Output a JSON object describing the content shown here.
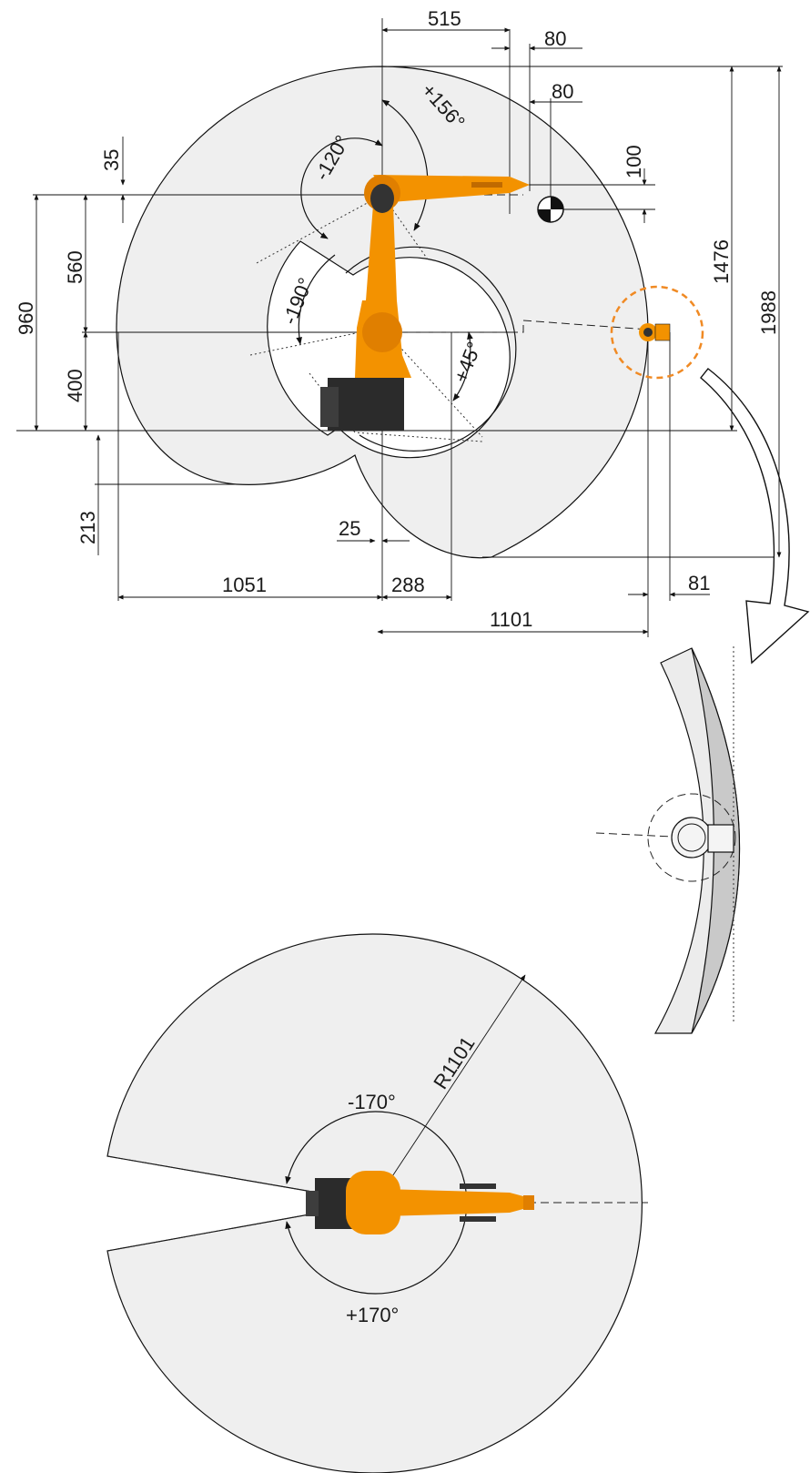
{
  "side_view": {
    "dimensions": {
      "arm_length": "515",
      "flange_offset_top": "80",
      "flange_offset_2": "80",
      "tcp_offset": "100",
      "shoulder_offset": "35",
      "upper_height": "560",
      "total_height": "960",
      "base_height": "400",
      "reach_height": "1476",
      "total_reach_height": "1988",
      "bottom_offset": "213",
      "base_offset": "25",
      "rear_reach": "1051",
      "front_inner": "288",
      "reach": "1101",
      "flange_width": "81"
    },
    "angles": {
      "axis2_minus": "-120°",
      "axis3_plus": "+156°",
      "axis2_lower": "-190°",
      "axis3_lower": "+45°"
    }
  },
  "top_view": {
    "radius": "R1101",
    "angle_minus": "-170°",
    "angle_plus": "+170°"
  },
  "colors": {
    "robot_orange": "#f39200",
    "robot_base": "#2b2b2b",
    "envelope_fill": "#efefef",
    "highlight_circle": "#f08a24"
  }
}
